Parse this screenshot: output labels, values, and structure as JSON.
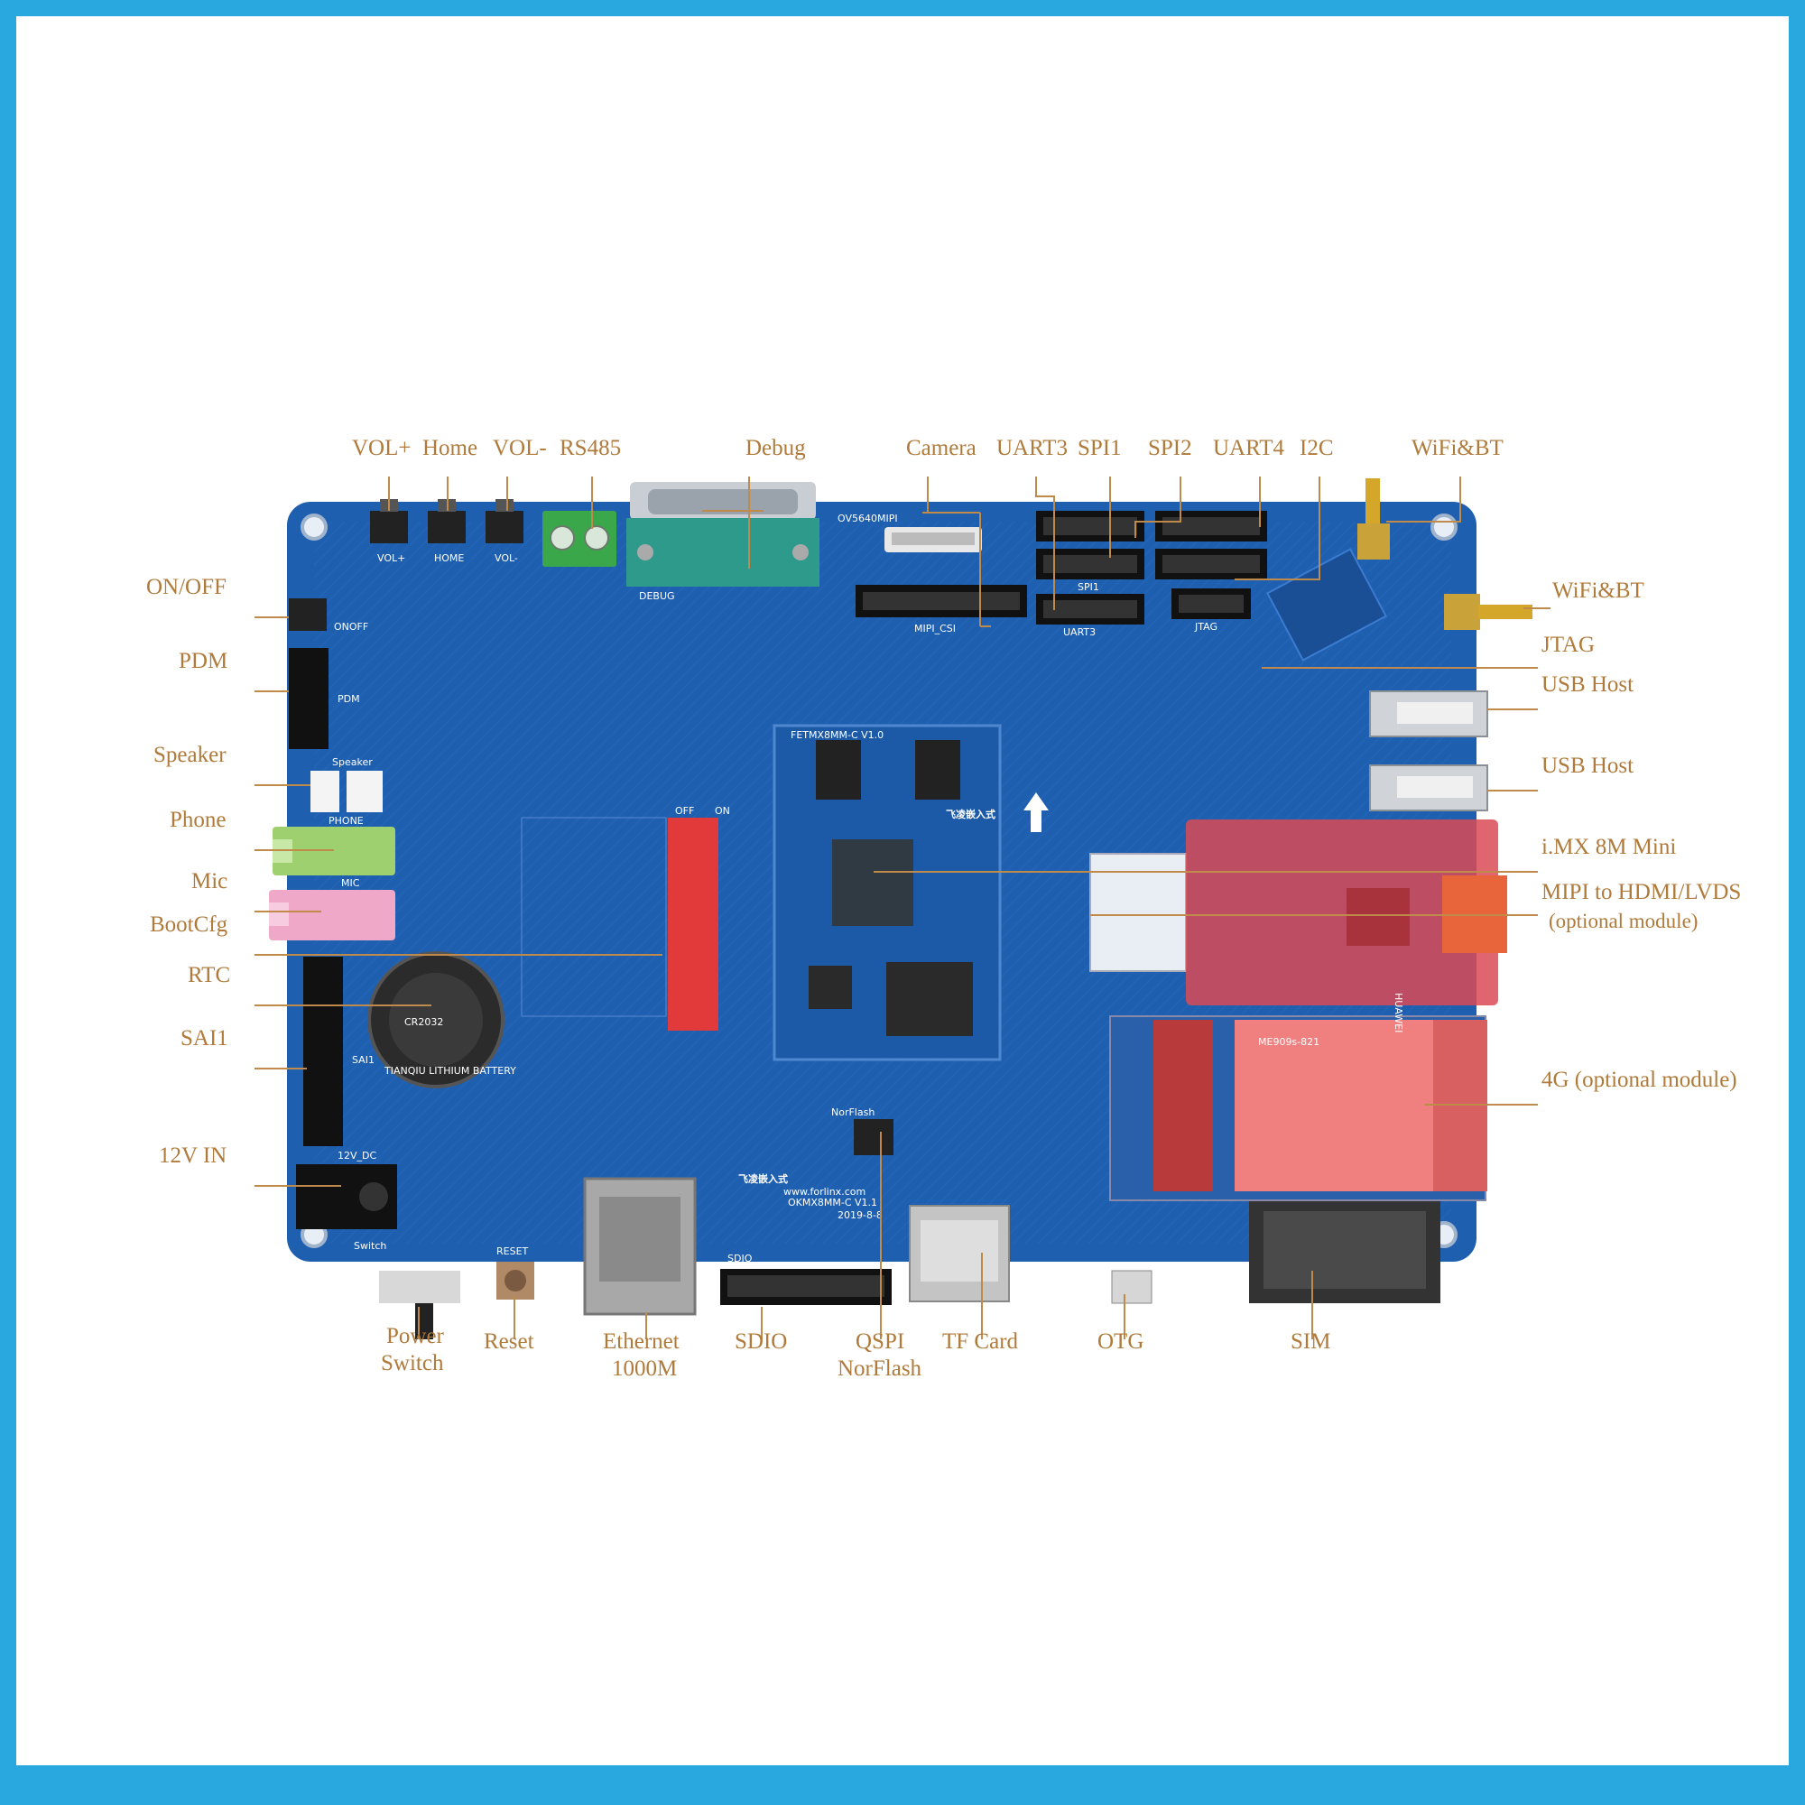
{
  "labels": {
    "top": {
      "vol_up": "VOL+",
      "home": "Home",
      "vol_down": "VOL-",
      "rs485": "RS485",
      "debug": "Debug",
      "camera": "Camera",
      "uart3": "UART3",
      "spi1": "SPI1",
      "spi2": "SPI2",
      "uart4": "UART4",
      "i2c": "I2C",
      "wifi_bt": "WiFi&BT"
    },
    "left": {
      "on_off": "ON/OFF",
      "pdm": "PDM",
      "speaker": "Speaker",
      "phone": "Phone",
      "mic": "Mic",
      "bootcfg": "BootCfg",
      "rtc": "RTC",
      "sai1": "SAI1",
      "power_in": "12V IN"
    },
    "right": {
      "wifi_bt": "WiFi&BT",
      "jtag": "JTAG",
      "usb_host_1": "USB Host",
      "usb_host_2": "USB Host",
      "imx": "i.MX 8M Mini",
      "mipi_line1": "MIPI to HDMI/LVDS",
      "mipi_line2": "(optional module)",
      "g4": "4G (optional module)"
    },
    "bottom": {
      "power_line1": "Power",
      "power_line2": "Switch",
      "reset": "Reset",
      "eth_line1": "Ethernet",
      "eth_line2": "1000M",
      "sdio": "SDIO",
      "qspi_line1": "QSPI",
      "qspi_line2": "NorFlash",
      "tf": "TF Card",
      "otg": "OTG",
      "sim": "SIM"
    }
  },
  "silkscreen": {
    "onoff": "ONOFF",
    "vol_up": "VOL+",
    "home": "HOME",
    "vol_down": "VOL-",
    "debug": "DEBUG",
    "ov5640": "OV5640MIPI",
    "mipi_csi": "MIPI_CSI",
    "uart3": "UART3",
    "spi1": "SPI1",
    "jtag": "JTAG",
    "pdm": "PDM",
    "speaker": "Speaker",
    "phone": "PHONE",
    "mic": "MIC",
    "som_name": "FETMX8MM-C V1.0",
    "som_logo": "飞凌嵌入式",
    "brand": "飞凌嵌入式",
    "brand_url": "www.forlinx.com",
    "board_model": "OKMX8MM-C V1.1",
    "board_date": "2019-8-8",
    "battery": "CR2032",
    "battery_brand": "TIANQIU LITHIUM BATTERY",
    "rtc_dc": "12V_DC",
    "reset": "RESET",
    "switch": "Switch",
    "sdio": "SDIO",
    "norflash": "NorFlash",
    "huawei": "HUAWEI",
    "huawei_model": "ME909s-821",
    "boot_on": "ON",
    "boot_off": "OFF",
    "sai": "SAI1"
  },
  "colors": {
    "frame": "#29a8e0",
    "background": "#ffffff",
    "pcb": "#1f5fb0",
    "label": "#b07a3a",
    "bootcfg_switch": "#e23a3a",
    "audio_green": "#9fd070",
    "audio_pink": "#f0a8c8",
    "module_overlay": "#d94a55",
    "rs485_terminal": "#3aa84a",
    "debug_port": "#2e9a8c"
  }
}
